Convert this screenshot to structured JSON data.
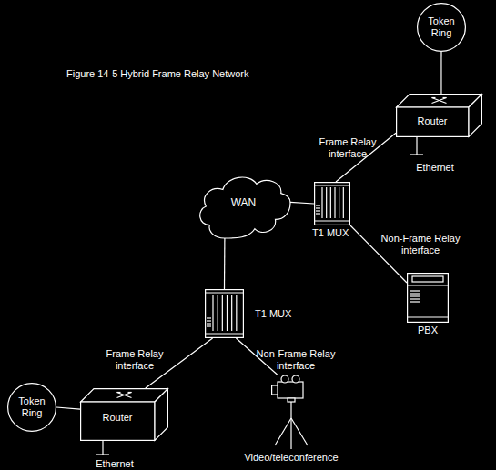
{
  "diagram": {
    "title": "Figure 14-5 Hybrid Frame Relay Network",
    "nodes": [
      {
        "text": [
          "Token Ring"
        ]
      },
      {
        "text": [
          "Router"
        ]
      },
      {
        "text": [
          "WAN"
        ]
      },
      {
        "text": [
          "T1 MUX"
        ]
      },
      {
        "text": [
          "PBX"
        ]
      },
      {
        "text": [
          "T1 MUX"
        ]
      },
      {
        "text": [
          "Token Ring"
        ]
      },
      {
        "text": [
          "Router"
        ]
      },
      {
        "text": [
          "Video/teleconference"
        ]
      }
    ],
    "edges": [
      {
        "from": 0,
        "to": 1,
        "arrow": "none"
      },
      {
        "from": 1,
        "to": 3,
        "label": "Frame Relay interface",
        "arrow": "none"
      },
      {
        "from": 2,
        "to": 3,
        "arrow": "none"
      },
      {
        "from": 3,
        "to": 4,
        "label": "Non-Frame Relay interface",
        "arrow": "none"
      },
      {
        "from": 2,
        "to": 5,
        "arrow": "none"
      },
      {
        "from": 5,
        "to": 7,
        "label": "Frame Relay interface",
        "arrow": "none"
      },
      {
        "from": 5,
        "to": 8,
        "label": "Non-Frame Relay interface",
        "arrow": "none"
      },
      {
        "from": 6,
        "to": 7,
        "arrow": "none"
      }
    ],
    "labels": [
      "Ethernet",
      "Ethernet"
    ]
  }
}
